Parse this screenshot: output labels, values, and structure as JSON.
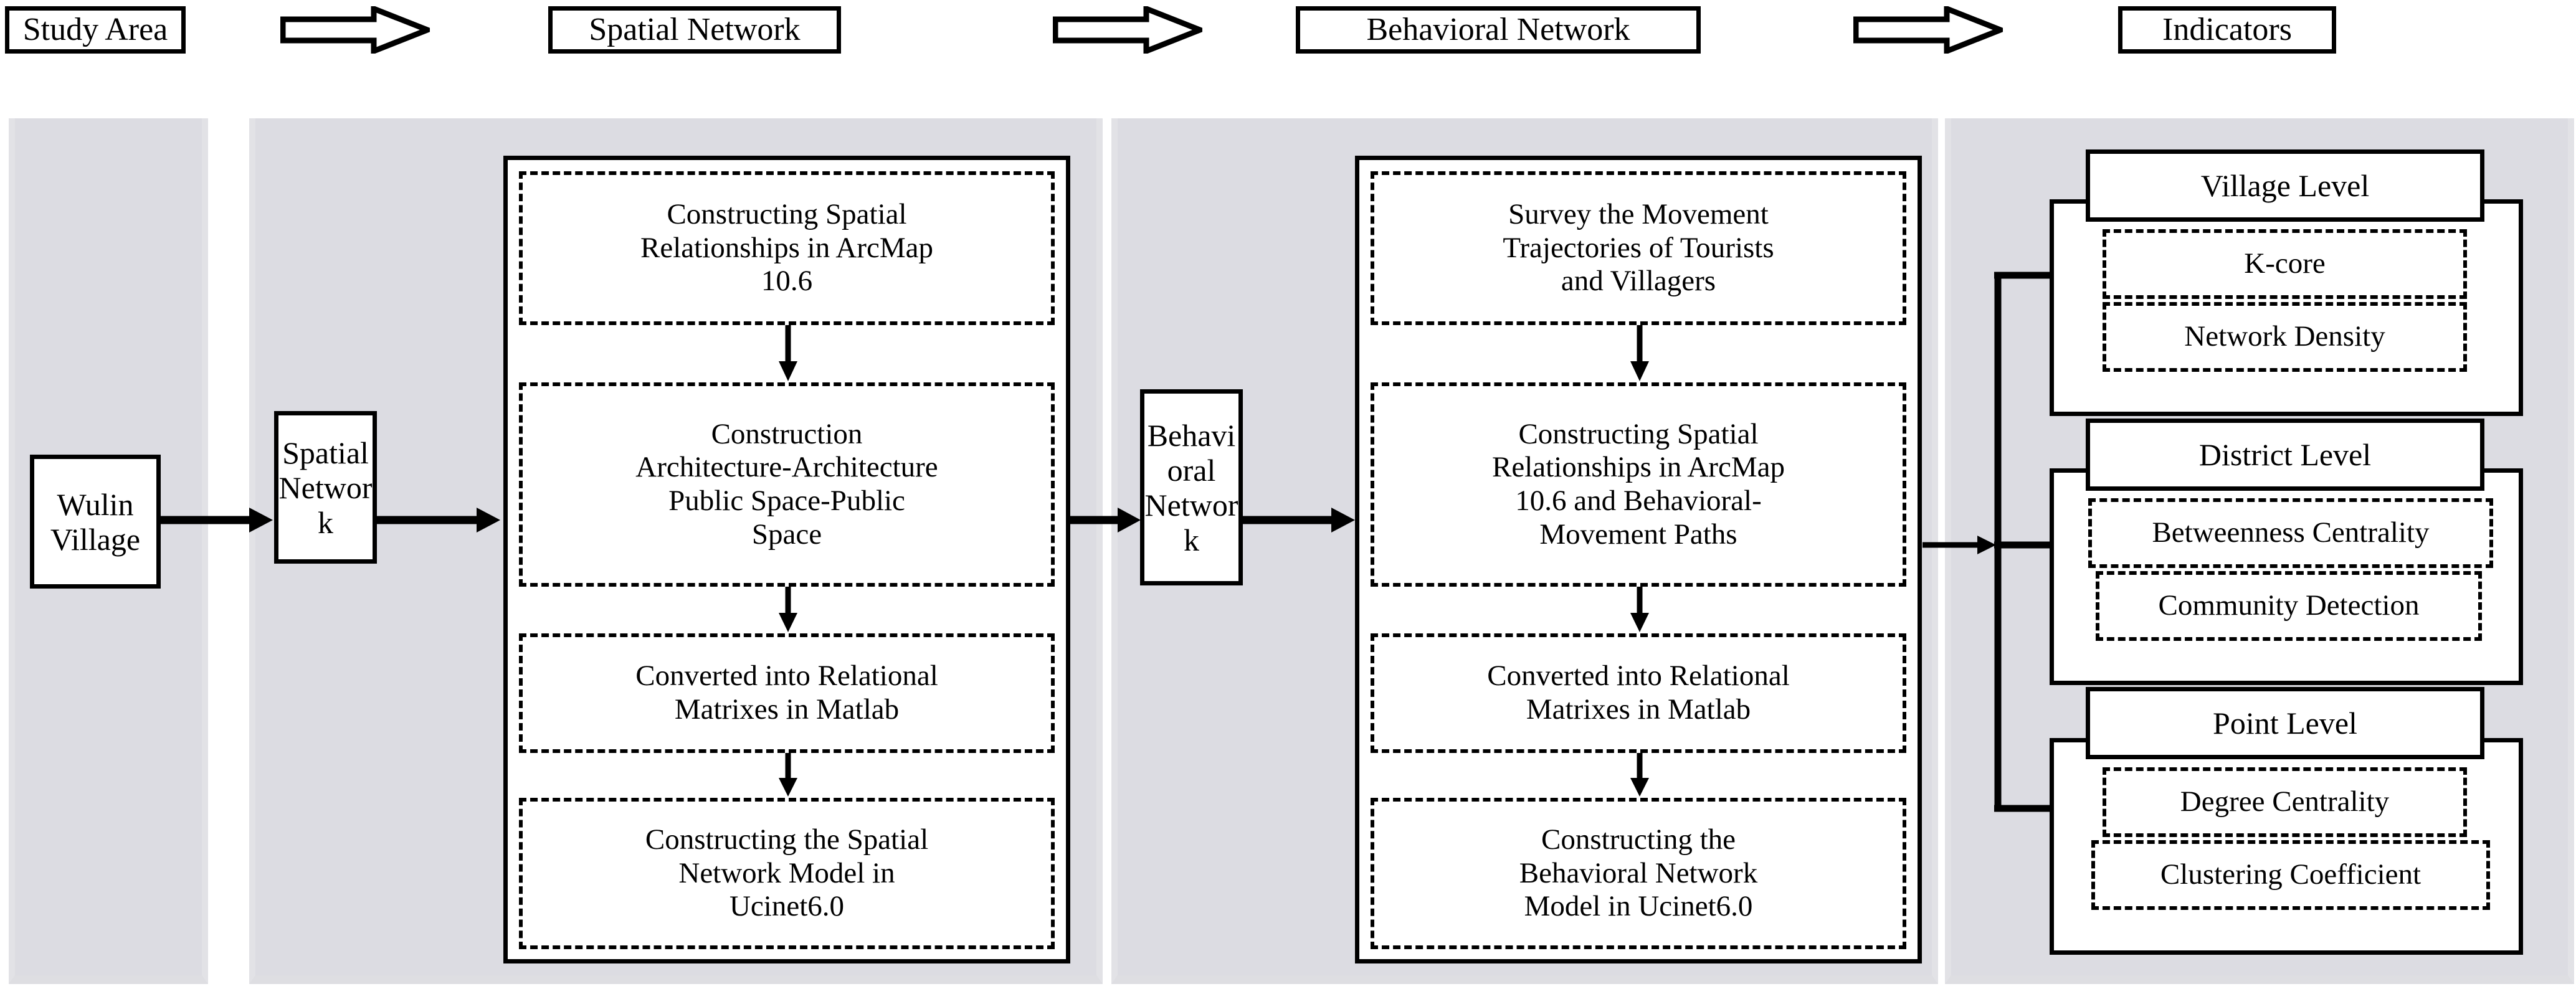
{
  "headers": [
    {
      "label": "Study Area",
      "name": "study-area"
    },
    {
      "label": "Spatial Network",
      "name": "spatial-network"
    },
    {
      "label": "Behavioral Network",
      "name": "behavioral-network"
    },
    {
      "label": "Indicators",
      "name": "indicators"
    }
  ],
  "arrow_icons": {
    "header_arrow": "block-right-arrow-icon",
    "flow_arrow": "right-arrow-icon",
    "step_arrow": "down-arrow-icon",
    "branch": "bracket-connector-icon"
  },
  "nodes": {
    "study_area": {
      "lines": [
        "Wulin",
        "Village"
      ]
    },
    "spatial_network": {
      "lines": [
        "Spatial",
        "Networ",
        "k"
      ]
    },
    "behavioral_network": {
      "lines": [
        "Behavi",
        "oral",
        "Networ",
        "k"
      ]
    }
  },
  "spatial_steps": [
    {
      "lines": [
        "Constructing Spatial",
        "Relationships in ArcMap",
        "10.6"
      ]
    },
    {
      "lines": [
        "Construction",
        "Architecture-Architecture",
        "Public Space-Public",
        "Space"
      ]
    },
    {
      "lines": [
        "Converted into Relational",
        "Matrixes in Matlab"
      ]
    },
    {
      "lines": [
        "Constructing the Spatial",
        "Network Model in",
        "Ucinet6.0"
      ]
    }
  ],
  "behavioral_steps": [
    {
      "lines": [
        "Survey the Movement",
        "Trajectories of Tourists",
        "and Villagers"
      ]
    },
    {
      "lines": [
        "Constructing Spatial",
        "Relationships in ArcMap",
        "10.6 and Behavioral-",
        "Movement Paths"
      ]
    },
    {
      "lines": [
        "Converted into Relational",
        "Matrixes in Matlab"
      ]
    },
    {
      "lines": [
        "Constructing the",
        "Behavioral Network",
        "Model in Ucinet6.0"
      ]
    }
  ],
  "indicator_groups": [
    {
      "title": "Village Level",
      "items": [
        "K-core",
        "Network Density"
      ]
    },
    {
      "title": "District Level",
      "items": [
        "Betweenness Centrality",
        "Community Detection"
      ]
    },
    {
      "title": "Point Level",
      "items": [
        "Degree Centrality",
        "Clustering Coefficient"
      ]
    }
  ],
  "colors": {
    "band_fill": "#dcdce2",
    "band_edge": "#e2e2e6",
    "stroke": "#000000",
    "box_fill": "#ffffff"
  }
}
